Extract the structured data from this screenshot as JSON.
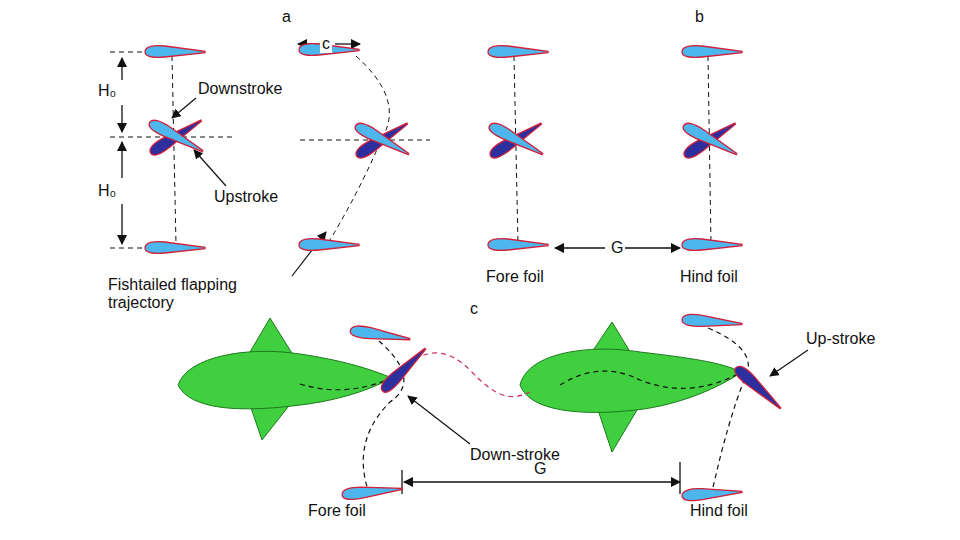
{
  "diagram": {
    "labels": [
      "a",
      "c",
      "H₀",
      "H₀",
      "Downstroke",
      "Upstroke",
      "Fishtailed flapping trajectory",
      "b",
      "Fore foil",
      "G",
      "Hind foil",
      "c",
      "Up-stroke",
      "Down-stroke",
      "Fore foil",
      "G",
      "Hind foil"
    ]
  }
}
